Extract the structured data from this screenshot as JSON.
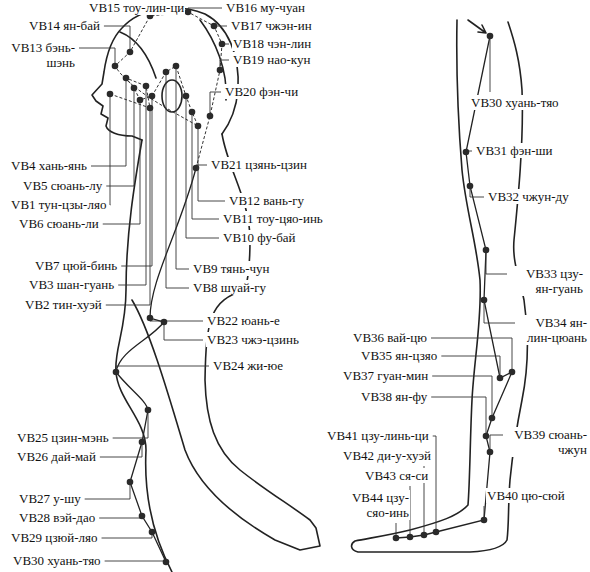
{
  "diagram": {
    "labels": [
      "VB15 тоу-лин-ци",
      "VB16 му-чуан",
      "VB14 ян-бай",
      "VB17 чжэн-ин",
      "VB13 бэнь- шэнь",
      "VB18 чэн-лин",
      "VB19 нао-кун",
      "VB20 фэн-чи",
      "VB4 хань-янь",
      "VB21 цзянь-цзин",
      "VB5 сюань-лу",
      "VB12 вань-гу",
      "VB1 тун-цзы-ляо",
      "VB11 тоу-цяо-инь",
      "VB6 сюань-ли",
      "VB10 фу-бай",
      "VB7 цюй-бинь",
      "VB9 тянь-чун",
      "VB3 шан-гуань",
      "VB8 шуай-гу",
      "VB2 тин-хуэй",
      "VB22 юань-е",
      "VB23 чжэ-цзинь",
      "VB24 жи-юе",
      "VB25 цзин-мэнь",
      "VB26 дай-май",
      "VB27 у-шу",
      "VB28 вэй-дао",
      "VB29 цзюй-ляо",
      "VB30 хуань-тяо",
      "VB30 хуань-тяо",
      "VB31 фэн-ши",
      "VB32 чжун-ду",
      "VB33 цзу- ян-гуань",
      "VB34 ян- лин-цюань",
      "VB36 вай-цю",
      "VB35 ян-цзяо",
      "VB37 гуан-мин",
      "VB38 ян-фу",
      "VB39 сюань- чжун",
      "VB41 цзу-линь-ци",
      "VB42 ди-у-хуэй",
      "VB43 ся-си",
      "VB40 цю-сюй",
      "VB44 цзу- сяо-инь"
    ]
  }
}
